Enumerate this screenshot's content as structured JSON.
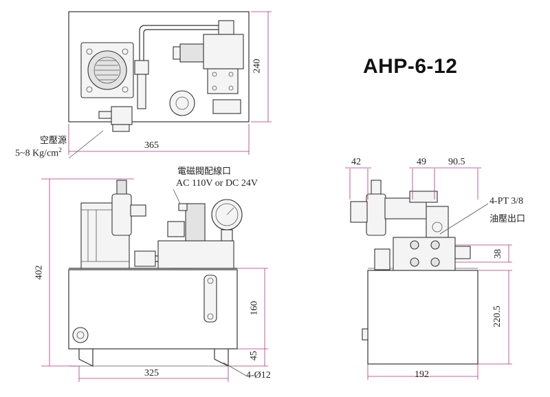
{
  "title": "AHP-6-12",
  "labels": {
    "air_source": "空壓源",
    "air_pressure": "5~8 Kg/cm",
    "air_pressure_sup": "2",
    "solenoid_wire": "電磁閥配線口",
    "solenoid_voltage": "AC 110V or DC 24V",
    "pt_port": "4-PT 3/8",
    "oil_outlet": "油壓出口",
    "mount_holes": "4-Ø12"
  },
  "dimensions": {
    "top_width": "365",
    "top_depth": "240",
    "front_height": "402",
    "front_tank_height": "160",
    "front_foot_height": "45",
    "front_base_width": "325",
    "side_42": "42",
    "side_49": "49",
    "side_90_5": "90.5",
    "side_38": "38",
    "side_220_5": "220.5",
    "side_base_width": "192"
  },
  "colors": {
    "dimension_line": "#b0307a",
    "outline": "#333333"
  }
}
